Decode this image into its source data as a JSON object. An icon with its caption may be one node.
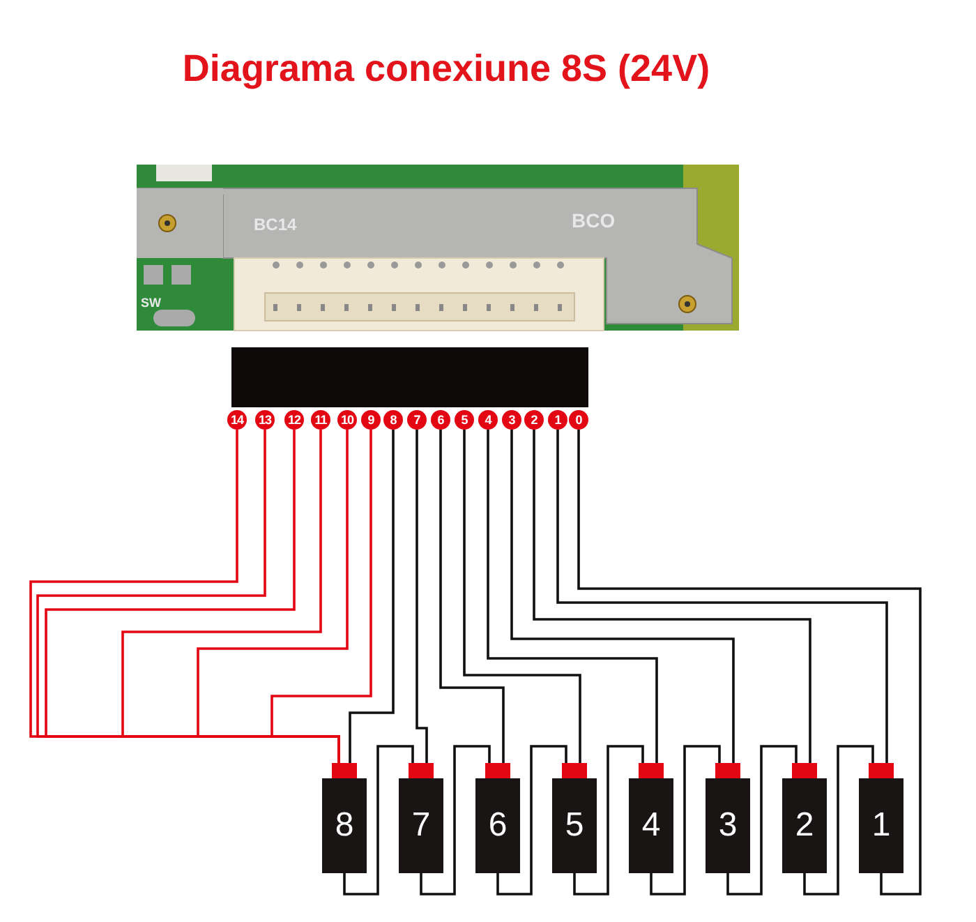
{
  "diagram": {
    "title": "Diagrama conexiune 8S (24V)",
    "nodes": [
      {
        "text": [
          "14"
        ]
      },
      {
        "text": [
          "13"
        ]
      },
      {
        "text": [
          "12"
        ]
      },
      {
        "text": [
          "11"
        ]
      },
      {
        "text": [
          "10"
        ]
      },
      {
        "text": [
          "9"
        ]
      },
      {
        "text": [
          "8"
        ]
      },
      {
        "text": [
          "7"
        ]
      },
      {
        "text": [
          "6"
        ]
      },
      {
        "text": [
          "5"
        ]
      },
      {
        "text": [
          "4"
        ]
      },
      {
        "text": [
          "3"
        ]
      },
      {
        "text": [
          "2"
        ]
      },
      {
        "text": [
          "1"
        ]
      },
      {
        "text": [
          "0"
        ]
      },
      {
        "text": [
          "8"
        ]
      },
      {
        "text": [
          "7"
        ]
      },
      {
        "text": [
          "6"
        ]
      },
      {
        "text": [
          "5"
        ]
      },
      {
        "text": [
          "4"
        ]
      },
      {
        "text": [
          "3"
        ]
      },
      {
        "text": [
          "2"
        ]
      },
      {
        "text": [
          "1"
        ]
      }
    ],
    "edges": [
      {
        "from": 0,
        "to": 15,
        "arrow": "none",
        "color": "#e30613"
      },
      {
        "from": 1,
        "to": 15,
        "arrow": "none",
        "color": "#e30613"
      },
      {
        "from": 2,
        "to": 15,
        "arrow": "none",
        "color": "#e30613"
      },
      {
        "from": 3,
        "to": 15,
        "arrow": "none",
        "color": "#e30613"
      },
      {
        "from": 4,
        "to": 15,
        "arrow": "none",
        "color": "#e30613"
      },
      {
        "from": 5,
        "to": 15,
        "arrow": "none",
        "color": "#e30613"
      },
      {
        "from": 6,
        "to": 15,
        "arrow": "none"
      },
      {
        "from": 7,
        "to": 16,
        "arrow": "none"
      },
      {
        "from": 8,
        "to": 17,
        "arrow": "none"
      },
      {
        "from": 9,
        "to": 18,
        "arrow": "none"
      },
      {
        "from": 10,
        "to": 19,
        "arrow": "none"
      },
      {
        "from": 11,
        "to": 20,
        "arrow": "none"
      },
      {
        "from": 12,
        "to": 21,
        "arrow": "none"
      },
      {
        "from": 13,
        "to": 22,
        "arrow": "none"
      },
      {
        "from": 14,
        "to": 22,
        "arrow": "none"
      },
      {
        "from": 15,
        "to": 16,
        "arrow": "none"
      },
      {
        "from": 16,
        "to": 17,
        "arrow": "none"
      },
      {
        "from": 17,
        "to": 18,
        "arrow": "none"
      },
      {
        "from": 18,
        "to": 19,
        "arrow": "none"
      },
      {
        "from": 19,
        "to": 20,
        "arrow": "none"
      },
      {
        "from": 20,
        "to": 21,
        "arrow": "none"
      },
      {
        "from": 21,
        "to": 22,
        "arrow": "none"
      }
    ],
    "labels": [
      "BC14",
      "BCO",
      "SW"
    ]
  }
}
